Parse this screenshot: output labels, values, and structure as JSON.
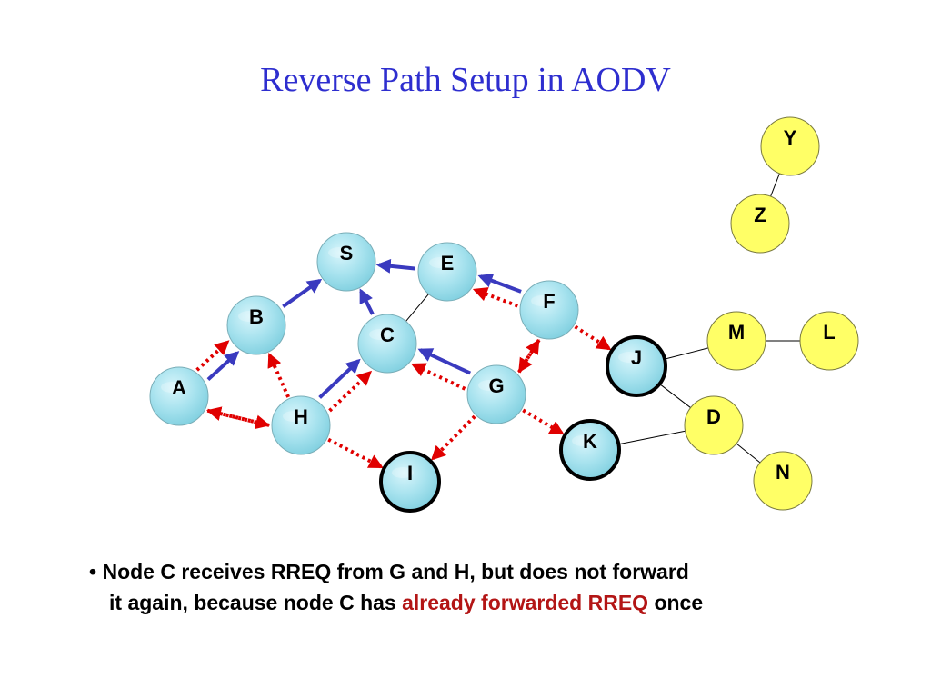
{
  "title": "Reverse Path Setup in AODV",
  "colors": {
    "title": "#2e2ecf",
    "node_fill_network": "#a6e2ee",
    "node_fill_other": "#ffff66",
    "reverse_path_arrow": "#3a3abf",
    "rreq_arrow": "#e00000",
    "link": "#000000",
    "highlight_text": "#b31515"
  },
  "nodes": [
    {
      "id": "S",
      "style": "network"
    },
    {
      "id": "E",
      "style": "network"
    },
    {
      "id": "F",
      "style": "network"
    },
    {
      "id": "B",
      "style": "network"
    },
    {
      "id": "C",
      "style": "network"
    },
    {
      "id": "A",
      "style": "network"
    },
    {
      "id": "G",
      "style": "network"
    },
    {
      "id": "H",
      "style": "network"
    },
    {
      "id": "I",
      "style": "network",
      "bold_border": true
    },
    {
      "id": "J",
      "style": "network",
      "bold_border": true
    },
    {
      "id": "K",
      "style": "network",
      "bold_border": true
    },
    {
      "id": "Y",
      "style": "other"
    },
    {
      "id": "Z",
      "style": "other"
    },
    {
      "id": "M",
      "style": "other"
    },
    {
      "id": "L",
      "style": "other"
    },
    {
      "id": "D",
      "style": "other"
    },
    {
      "id": "N",
      "style": "other"
    }
  ],
  "links": [
    [
      "Y",
      "Z"
    ],
    [
      "E",
      "C"
    ],
    [
      "J",
      "M"
    ],
    [
      "M",
      "L"
    ],
    [
      "J",
      "D"
    ],
    [
      "K",
      "D"
    ],
    [
      "D",
      "N"
    ]
  ],
  "reverse_paths": [
    [
      "B",
      "S"
    ],
    [
      "E",
      "S"
    ],
    [
      "C",
      "S"
    ],
    [
      "A",
      "B"
    ],
    [
      "F",
      "E"
    ],
    [
      "H",
      "C"
    ],
    [
      "G",
      "C"
    ]
  ],
  "rreq_arrows": [
    [
      "A",
      "B"
    ],
    [
      "H",
      "B"
    ],
    [
      "H",
      "A"
    ],
    [
      "A",
      "H"
    ],
    [
      "H",
      "C"
    ],
    [
      "G",
      "C"
    ],
    [
      "F",
      "E"
    ],
    [
      "F",
      "G"
    ],
    [
      "G",
      "F"
    ],
    [
      "F",
      "J"
    ],
    [
      "G",
      "I"
    ],
    [
      "G",
      "K"
    ],
    [
      "H",
      "I"
    ]
  ],
  "caption": {
    "bullet": "•",
    "line1": "Node C receives RREQ from G and H, but does not forward",
    "line2_before": "it again, because node C has ",
    "line2_highlight": "already forwarded RREQ",
    "line2_after": " once"
  }
}
